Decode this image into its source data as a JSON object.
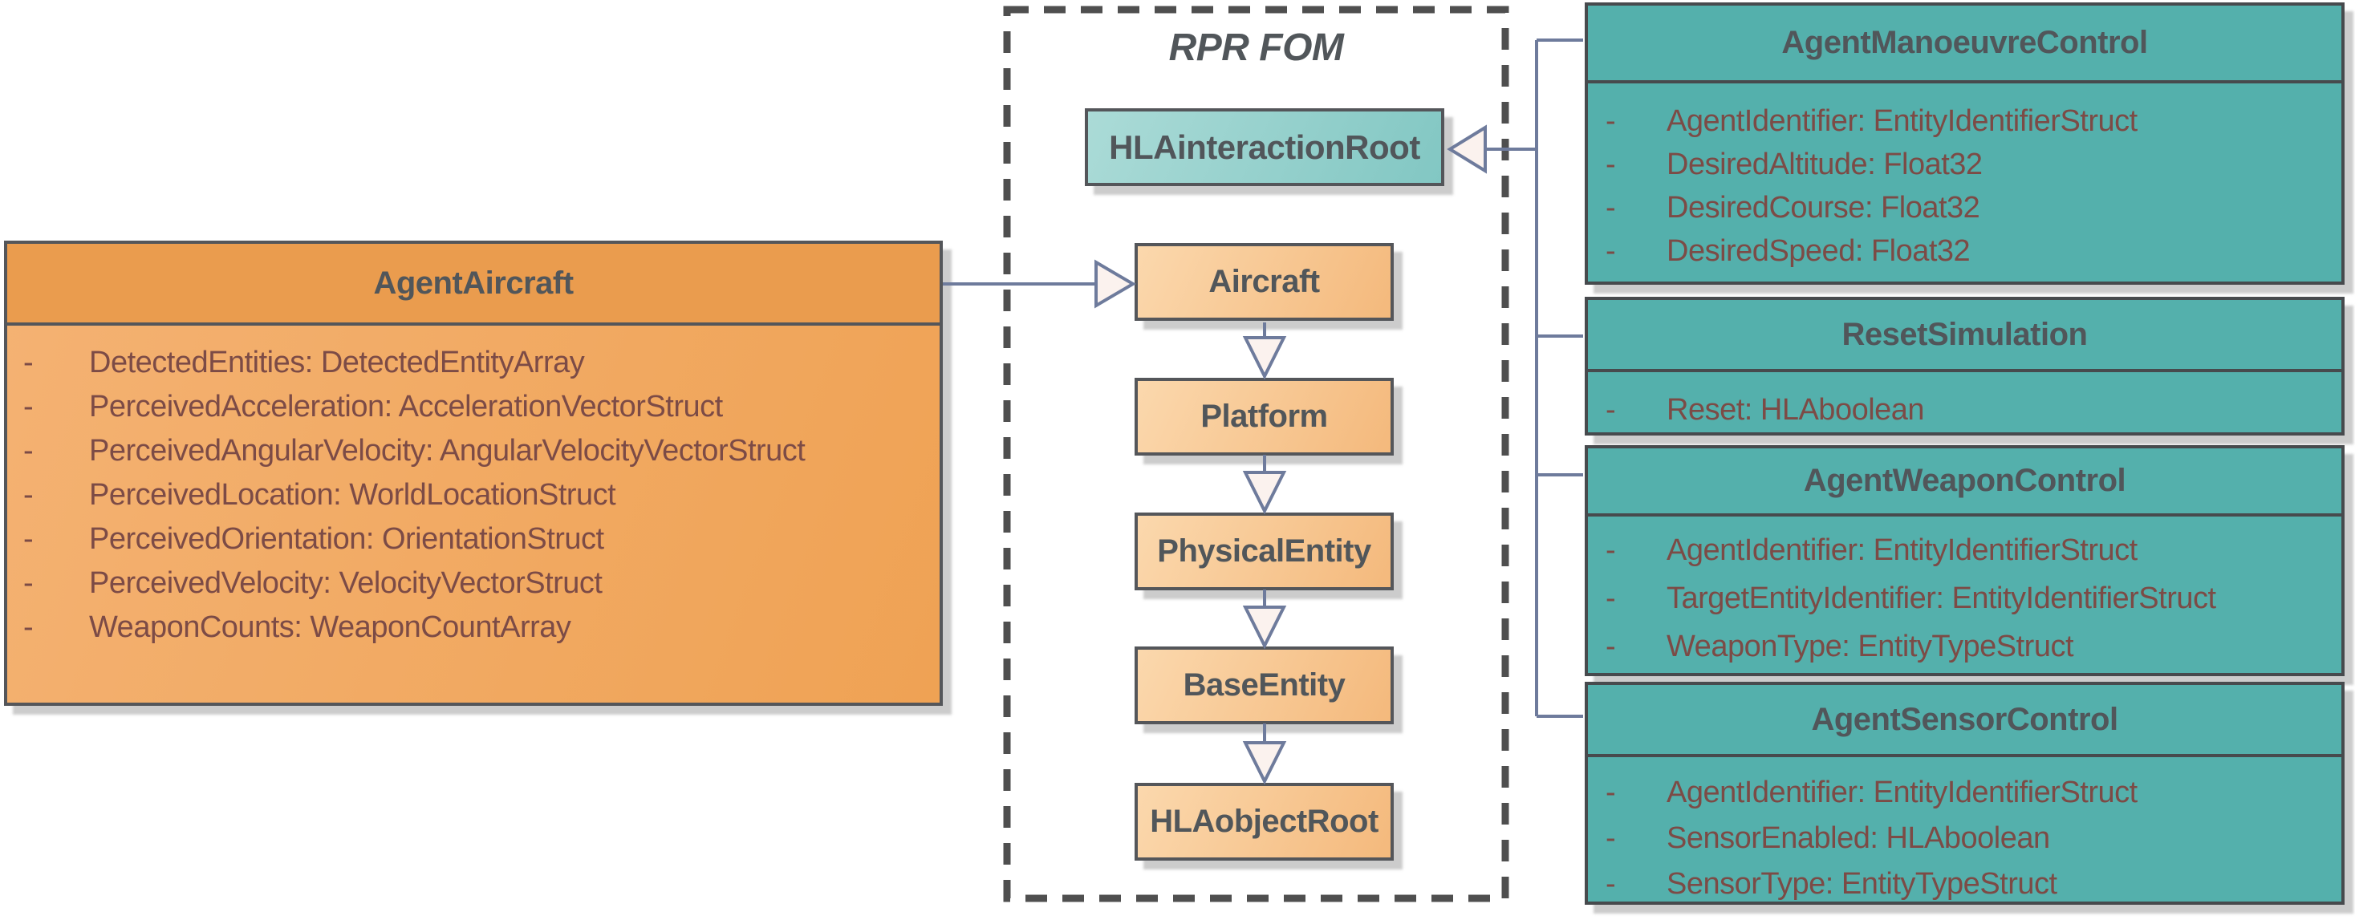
{
  "bullet": "-",
  "colors": {
    "orange_header": "#ea9c4e",
    "orange_body": "#f2ac64",
    "orange_node_light": "#fbd8ad",
    "teal_panel": "#54b0ac",
    "teal_root_light": "#abdbd7",
    "title_text": "#51565a",
    "attribute_text": "#7c4b46",
    "connector_line": "#6e7b9c",
    "arrow_fill": "#fbf2ee",
    "dashed_border": "#4f4f4f"
  },
  "agent_aircraft": {
    "title": "AgentAircraft",
    "attributes": [
      "DetectedEntities: DetectedEntityArray",
      "PerceivedAcceleration: AccelerationVectorStruct",
      "PerceivedAngularVelocity: AngularVelocityVectorStruct",
      "PerceivedLocation: WorldLocationStruct",
      "PerceivedOrientation: OrientationStruct",
      "PerceivedVelocity: VelocityVectorStruct",
      "WeaponCounts: WeaponCountArray"
    ]
  },
  "rpr_fom": {
    "label": "RPR FOM",
    "interaction_root": "HLAinteractionRoot",
    "object_hierarchy": [
      "Aircraft",
      "Platform",
      "PhysicalEntity",
      "BaseEntity",
      "HLAobjectRoot"
    ]
  },
  "interactions": [
    {
      "title": "AgentManoeuvreControl",
      "attributes": [
        "AgentIdentifier: EntityIdentifierStruct",
        "DesiredAltitude: Float32",
        "DesiredCourse: Float32",
        "DesiredSpeed: Float32"
      ]
    },
    {
      "title": "ResetSimulation",
      "attributes": [
        "Reset: HLAboolean"
      ]
    },
    {
      "title": "AgentWeaponControl",
      "attributes": [
        "AgentIdentifier: EntityIdentifierStruct",
        "TargetEntityIdentifier: EntityIdentifierStruct",
        "WeaponType: EntityTypeStruct"
      ]
    },
    {
      "title": "AgentSensorControl",
      "attributes": [
        "AgentIdentifier: EntityIdentifierStruct",
        "SensorEnabled: HLAboolean",
        "SensorType: EntityTypeStruct"
      ]
    }
  ]
}
